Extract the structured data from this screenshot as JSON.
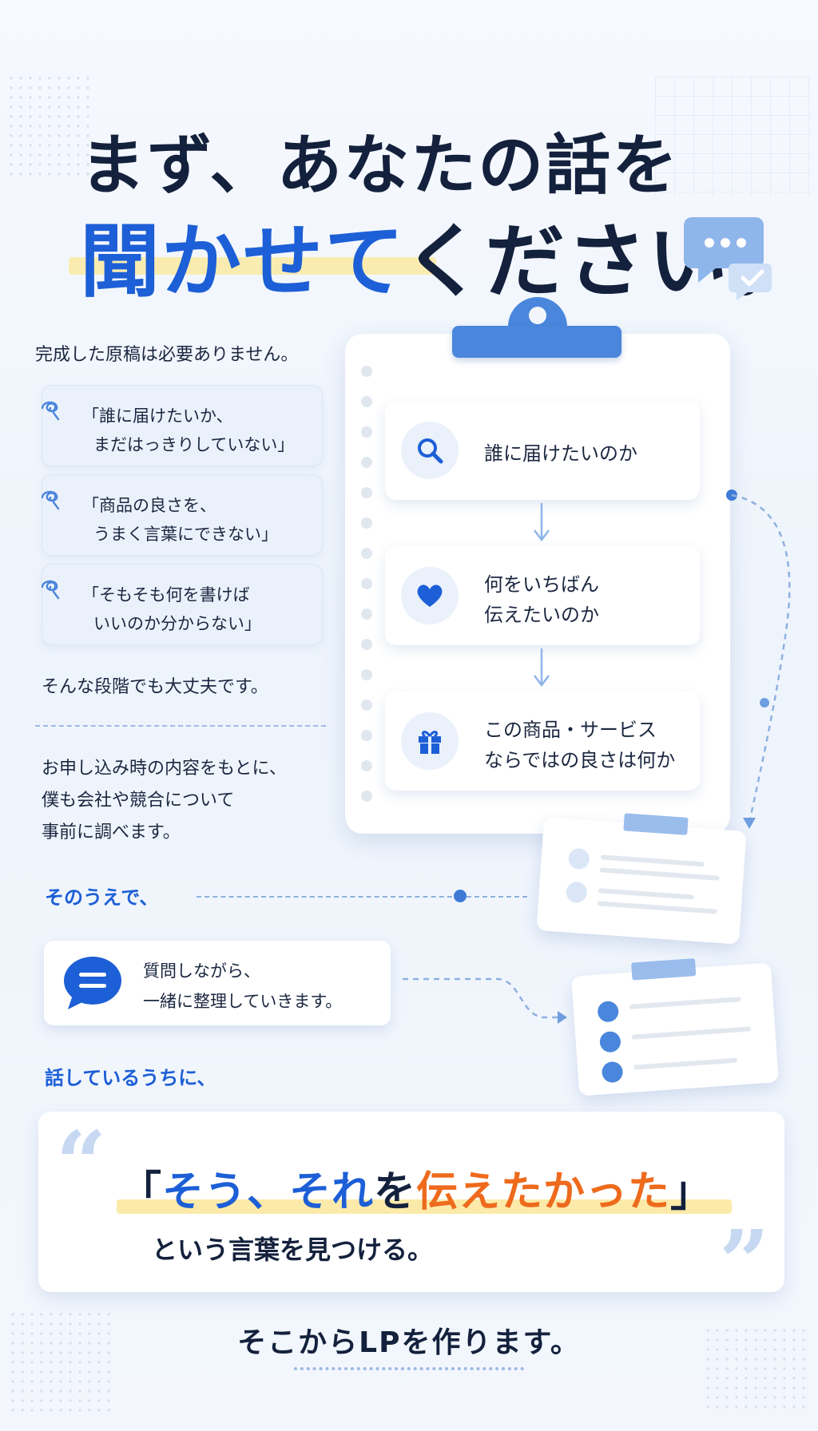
{
  "heading": {
    "line1": "まず、あなたの話を",
    "line2_highlight": "聞かせて",
    "line2_rest": "ください。"
  },
  "left": {
    "intro": "完成した原稿は必要ありません。",
    "concerns": [
      {
        "line1": "「誰に届けたいか、",
        "line2": "まだはっきりしていない」"
      },
      {
        "line1": "「商品の良さを、",
        "line2": "うまく言葉にできない」"
      },
      {
        "line1": "「そもそも何を書けば",
        "line2": "いいのか分からない」"
      }
    ],
    "reassure": "そんな段階でも大丈夫です。",
    "research": [
      "お申し込み時の内容をもとに、",
      "僕も会社や競合について",
      "事前に調べます。"
    ],
    "then_label": "そのうえで、",
    "chat": {
      "line1": "質問しながら、",
      "line2": "一緒に整理していきます。"
    },
    "while_label": "話しているうちに、"
  },
  "clipboard": {
    "steps": [
      {
        "icon": "search-icon",
        "line1": "誰に届けたいのか",
        "line2": ""
      },
      {
        "icon": "heart-icon",
        "line1": "何をいちばん",
        "line2": "伝えたいのか"
      },
      {
        "icon": "gift-icon",
        "line1": "この商品・サービス",
        "line2": "ならではの良さは何か"
      }
    ]
  },
  "quote": {
    "open_bracket": "「",
    "part_blue": "そう、それ",
    "part_dark": "を",
    "part_orange": "伝えたかった",
    "close_bracket": "」",
    "subtitle": "という言葉を見つける。",
    "open_mark": "“",
    "close_mark": "”"
  },
  "closing": "そこからLPを作ります。",
  "colors": {
    "primary": "#1d5fd6",
    "accent": "#ee6a1c",
    "text": "#14213d",
    "highlight": "#fbeaa9"
  }
}
